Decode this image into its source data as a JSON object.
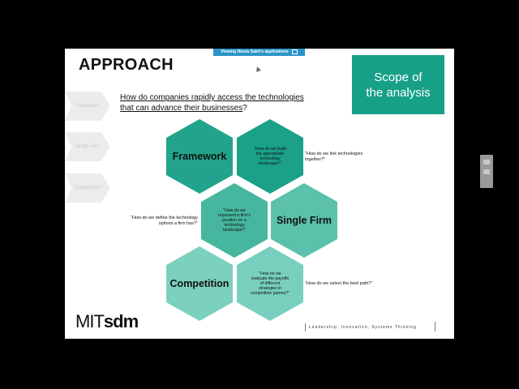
{
  "banner": {
    "text": "Viewing Nissia Sabri's applications"
  },
  "slide": {
    "title": "APPROACH",
    "scope_box": {
      "line1": "Scope of",
      "line2": "the analysis",
      "color": "#17a088"
    },
    "question": {
      "main": "How do companies rapidly access the technologies that can advance their businesses",
      "end": "?"
    },
    "chevrons": [
      "Framework",
      "Single Firm",
      "Competition"
    ],
    "hexagons": {
      "framework": {
        "label": "Framework",
        "color": "#22a48c"
      },
      "q_build": {
        "text": "\"How do we build the appropriate technology landscape?\"",
        "color": "#1ba189"
      },
      "q_represent": {
        "text": "\"How do we represent a firm's position on a technology landscape?\"",
        "color": "#46b69e"
      },
      "single_firm": {
        "label": "Single Firm",
        "color": "#5bc1aa"
      },
      "competition": {
        "label": "Competition",
        "color": "#7bd0be"
      },
      "q_evaluate": {
        "text": "\"How do we evaluate the payoffs of different strategies in competitive games?\"",
        "color": "#78cfbd"
      }
    },
    "side_questions": {
      "link": "\"How do we link technologies together?\"",
      "define": "\"How do we define the technology options a firm has?\"",
      "select": "\"How do we select the best path?\""
    },
    "logo": {
      "part1": "MIT",
      "part2": "sdm"
    },
    "tagline": "Leadership, Innovation, Systems Thinking"
  }
}
